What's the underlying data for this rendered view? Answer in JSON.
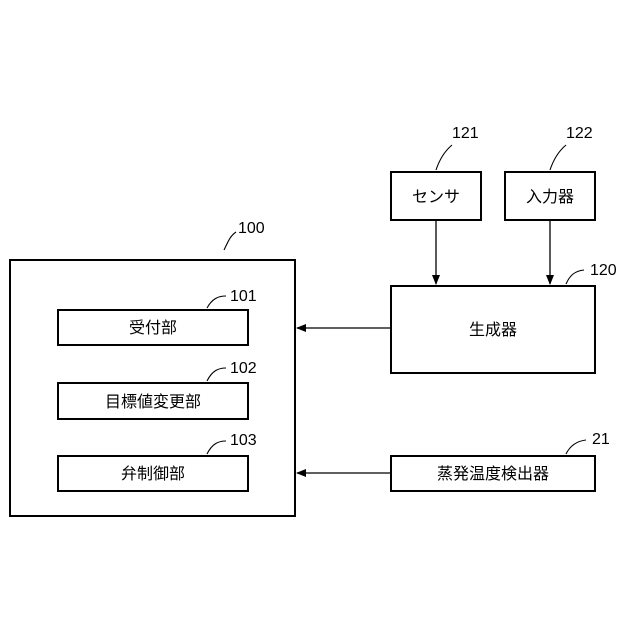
{
  "blocks": {
    "controller": {
      "ref": "100"
    },
    "receiving_unit": {
      "label": "受付部",
      "ref": "101"
    },
    "target_change_unit": {
      "label": "目標値変更部",
      "ref": "102"
    },
    "valve_control_unit": {
      "label": "弁制御部",
      "ref": "103"
    },
    "sensor": {
      "label": "センサ",
      "ref": "121"
    },
    "input_device": {
      "label": "入力器",
      "ref": "122"
    },
    "generator": {
      "label": "生成器",
      "ref": "120"
    },
    "evaporation_temp_detector": {
      "label": "蒸発温度検出器",
      "ref": "21"
    }
  }
}
